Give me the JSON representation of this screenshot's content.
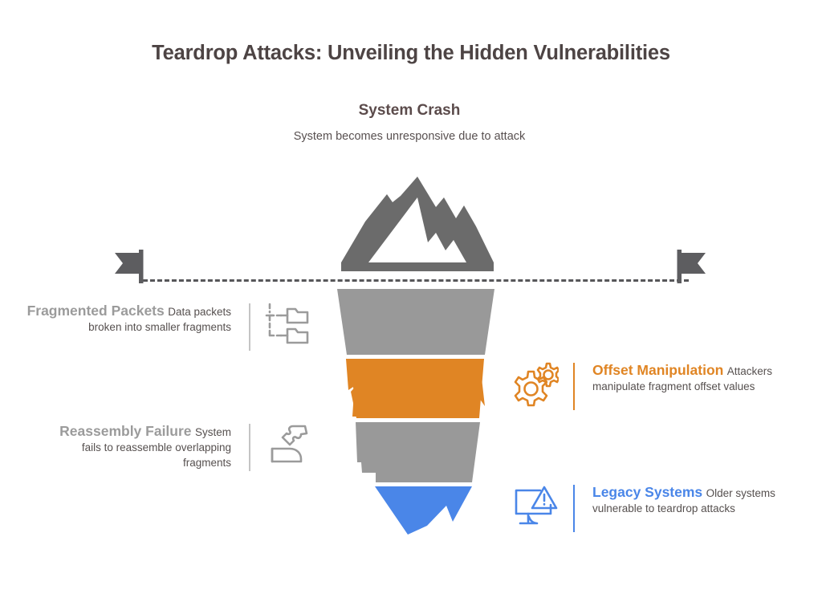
{
  "page": {
    "title": "Teardrop Attacks: Unveiling the Hidden Vulnerabilities",
    "background": "#ffffff"
  },
  "colors": {
    "title_text": "#4d4444",
    "body_text": "#56504f",
    "gray": "#999999",
    "gray_heading": "#9b9b9b",
    "orange": "#e08524",
    "blue": "#4a86e8",
    "dashed_rule": "#57575a",
    "flag": "#5d5d60",
    "mountain": "#6b6b6b"
  },
  "top": {
    "title": "System Crash",
    "description": "System becomes unresponsive due to attack",
    "icon": "mountain-icon"
  },
  "funnel": {
    "segments": [
      {
        "name": "fragmented-packets-segment",
        "color": "#999999"
      },
      {
        "name": "offset-manipulation-segment",
        "color": "#e08524"
      },
      {
        "name": "reassembly-failure-segment",
        "color": "#999999"
      },
      {
        "name": "legacy-systems-segment",
        "color": "#4a86e8"
      }
    ]
  },
  "markers": {
    "left_flag": "flag-icon",
    "right_flag": "flag-icon",
    "rule_style": "dashed"
  },
  "items": {
    "left": [
      {
        "key": "fragmented-packets",
        "title": "Fragmented Packets",
        "description": "Data packets broken into smaller fragments",
        "icon": "folders-tree-icon",
        "color": "#9b9b9b"
      },
      {
        "key": "reassembly-failure",
        "title": "Reassembly Failure",
        "description": "System fails to reassemble overlapping fragments",
        "icon": "puzzle-piece-icon",
        "color": "#9b9b9b"
      }
    ],
    "right": [
      {
        "key": "offset-manipulation",
        "title": "Offset Manipulation",
        "description": "Attackers manipulate fragment offset values",
        "icon": "gears-icon",
        "color": "#e08524"
      },
      {
        "key": "legacy-systems",
        "title": "Legacy Systems",
        "description": "Older systems vulnerable to teardrop attacks",
        "icon": "monitor-warning-icon",
        "color": "#4a86e8"
      }
    ]
  }
}
